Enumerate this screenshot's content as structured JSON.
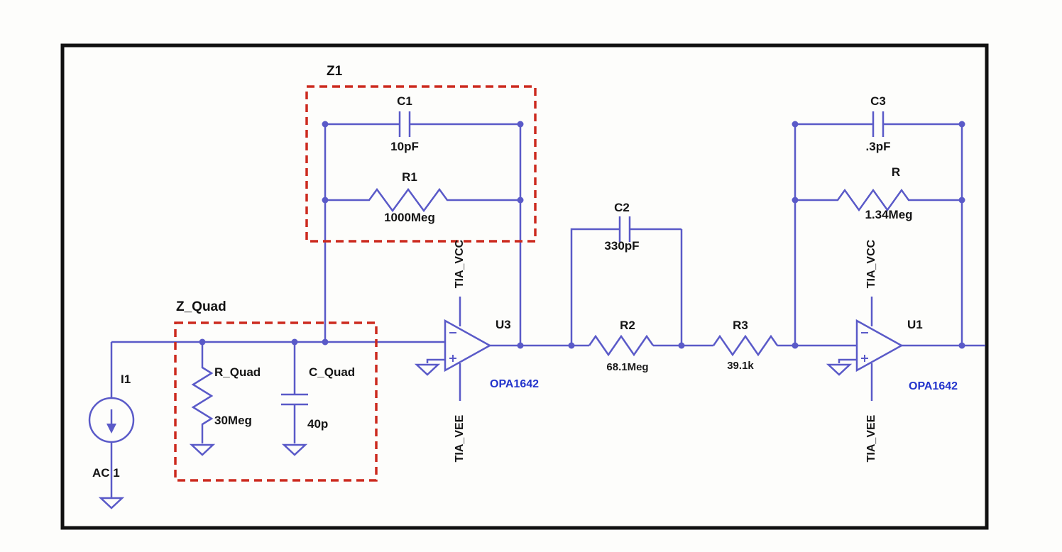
{
  "figure": {
    "type": "circuit-schematic",
    "wire_color": "#5a5ac8",
    "highlight_box_color": "#cc2a1e",
    "part_text_color": "#2233cc",
    "border_color": "#111111"
  },
  "blocks": {
    "z1": {
      "title": "Z1"
    },
    "z_quad": {
      "title": "Z_Quad"
    }
  },
  "components": {
    "i1": {
      "name": "I1",
      "value": "AC 1"
    },
    "r_quad": {
      "name": "R_Quad",
      "value": "30Meg"
    },
    "c_quad": {
      "name": "C_Quad",
      "value": "40p"
    },
    "c1": {
      "name": "C1",
      "value": "10pF"
    },
    "r1": {
      "name": "R1",
      "value": "1000Meg"
    },
    "c2": {
      "name": "C2",
      "value": "330pF"
    },
    "r2": {
      "name": "R2",
      "value": "68.1Meg"
    },
    "r3": {
      "name": "R3",
      "value": "39.1k"
    },
    "c3": {
      "name": "C3",
      "value": ".3pF"
    },
    "r": {
      "name": "R",
      "value": "1.34Meg"
    },
    "u3": {
      "name": "U3",
      "part": "OPA1642"
    },
    "u1": {
      "name": "U1",
      "part": "OPA1642"
    }
  },
  "nets": {
    "vcc": "TIA_VCC",
    "vee": "TIA_VEE"
  }
}
